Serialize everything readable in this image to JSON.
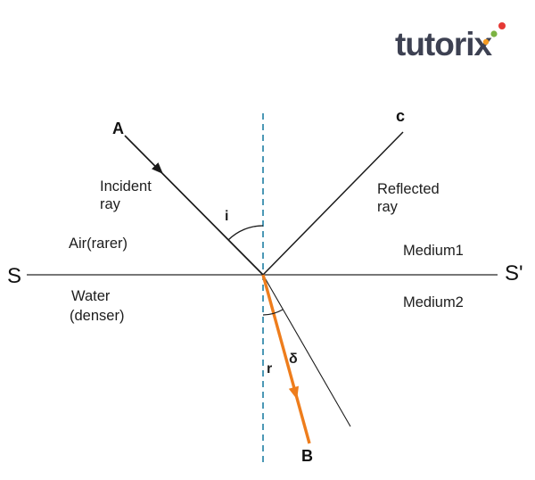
{
  "logo": {
    "text": "tutorix",
    "color": "#3d4152",
    "dot_colors": {
      "orange": "#f59b22",
      "green": "#7cb342",
      "red": "#e53935"
    }
  },
  "diagram": {
    "points": {
      "A": "A",
      "B": "B",
      "c": "c",
      "S": "S",
      "S_prime": "S'"
    },
    "rays": {
      "incident_line1": "Incident",
      "incident_line2": "ray",
      "reflected_line1": "Reflected",
      "reflected_line2": "ray"
    },
    "media": {
      "air": "Air(rarer)",
      "water_line1": "Water",
      "water_line2": "(denser)",
      "medium1": "Medium1",
      "medium2": "Medium2"
    },
    "angles": {
      "incidence": "i",
      "refraction": "r",
      "deviation": "δ"
    },
    "colors": {
      "normal": "#1f7fa3",
      "refracted_ray": "#ee7d1c",
      "ray": "#1a1a1a",
      "interface": "#4a4a4a"
    }
  }
}
